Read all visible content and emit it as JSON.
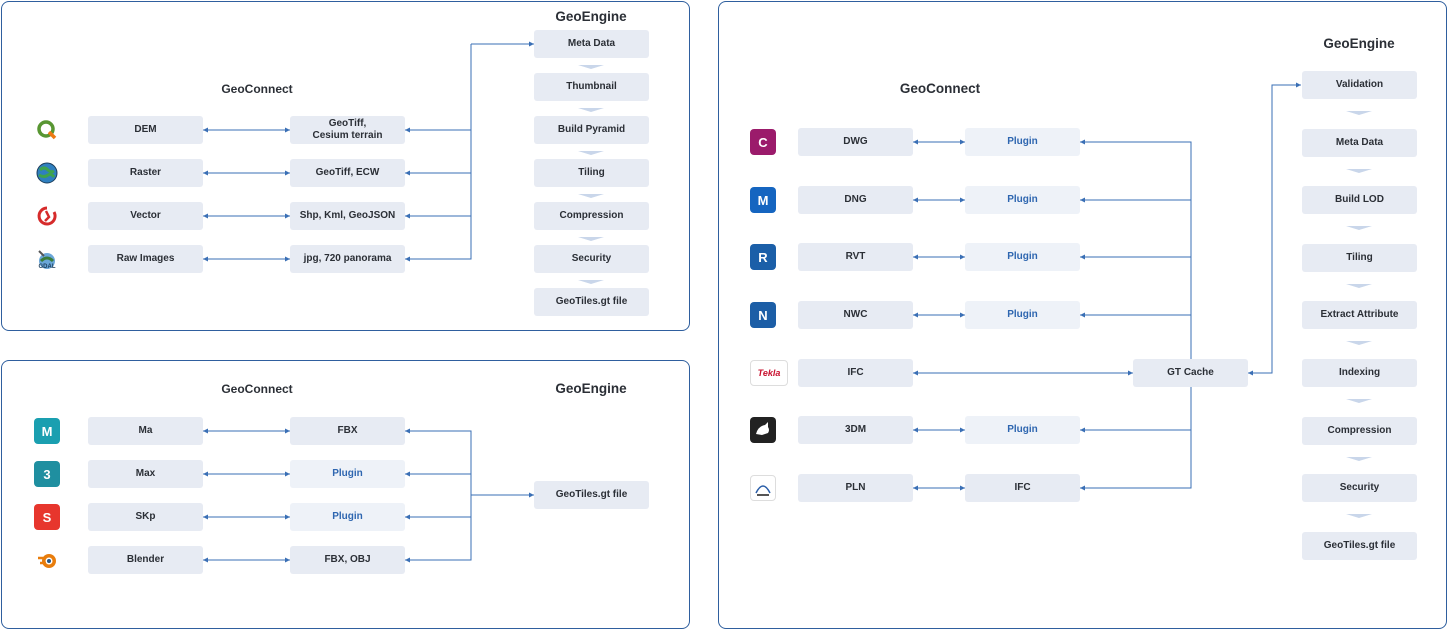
{
  "panel_raster": {
    "geoconnect_title": "GeoConnect",
    "geoengine_title": "GeoEngine",
    "rows": [
      {
        "icon": "qgis-icon",
        "input": "DEM",
        "format": "GeoTiff,\nCesium terrain"
      },
      {
        "icon": "globe-icon",
        "input": "Raster",
        "format": "GeoTiff, ECW"
      },
      {
        "icon": "vector-tool-icon",
        "input": "Vector",
        "format": "Shp, Kml, GeoJSON"
      },
      {
        "icon": "gdal-icon",
        "input": "Raw Images",
        "format": "jpg, 720 panorama"
      }
    ],
    "pipeline": [
      "Meta Data",
      "Thumbnail",
      "Build Pyramid",
      "Tiling",
      "Compression",
      "Security",
      "GeoTiles.gt file"
    ]
  },
  "panel_models": {
    "geoconnect_title": "GeoConnect",
    "geoengine_title": "GeoEngine",
    "rows": [
      {
        "icon": "maya-icon",
        "icon_text": "M",
        "input": "Ma",
        "format": "FBX",
        "plugin": false
      },
      {
        "icon": "3dsmax-icon",
        "icon_text": "3",
        "input": "Max",
        "format": "Plugin",
        "plugin": true
      },
      {
        "icon": "sketchup-icon",
        "icon_text": "S",
        "input": "SKp",
        "format": "Plugin",
        "plugin": true
      },
      {
        "icon": "blender-icon",
        "icon_text": "",
        "input": "Blender",
        "format": "FBX, OBJ",
        "plugin": false
      }
    ],
    "output": "GeoTiles.gt file"
  },
  "panel_bim": {
    "geoconnect_title": "GeoConnect",
    "geoengine_title": "GeoEngine",
    "rows": [
      {
        "icon": "civil3d-icon",
        "icon_text": "C",
        "input": "DWG",
        "format": "Plugin",
        "plugin": true
      },
      {
        "icon": "microstation-icon",
        "icon_text": "M",
        "input": "DNG",
        "format": "Plugin",
        "plugin": true
      },
      {
        "icon": "revit-icon",
        "icon_text": "R",
        "input": "RVT",
        "format": "Plugin",
        "plugin": true
      },
      {
        "icon": "navisworks-icon",
        "icon_text": "N",
        "input": "NWC",
        "format": "Plugin",
        "plugin": true
      },
      {
        "icon": "tekla-icon",
        "icon_text": "Tekla",
        "input": "IFC",
        "format": "",
        "plugin": false
      },
      {
        "icon": "rhino-icon",
        "icon_text": "",
        "input": "3DM",
        "format": "Plugin",
        "plugin": true
      },
      {
        "icon": "archicad-icon",
        "icon_text": "",
        "input": "PLN",
        "format": "IFC",
        "plugin": false
      }
    ],
    "cache": "GT Cache",
    "pipeline": [
      "Validation",
      "Meta Data",
      "Build LOD",
      "Tiling",
      "Extract Attribute",
      "Indexing",
      "Compression",
      "Security",
      "GeoTiles.gt file"
    ]
  },
  "colors": {
    "accent": "#2f5f9e",
    "box": "#e7ebf3",
    "plugin_text": "#2e66b0",
    "wire": "#3a6fb5"
  }
}
